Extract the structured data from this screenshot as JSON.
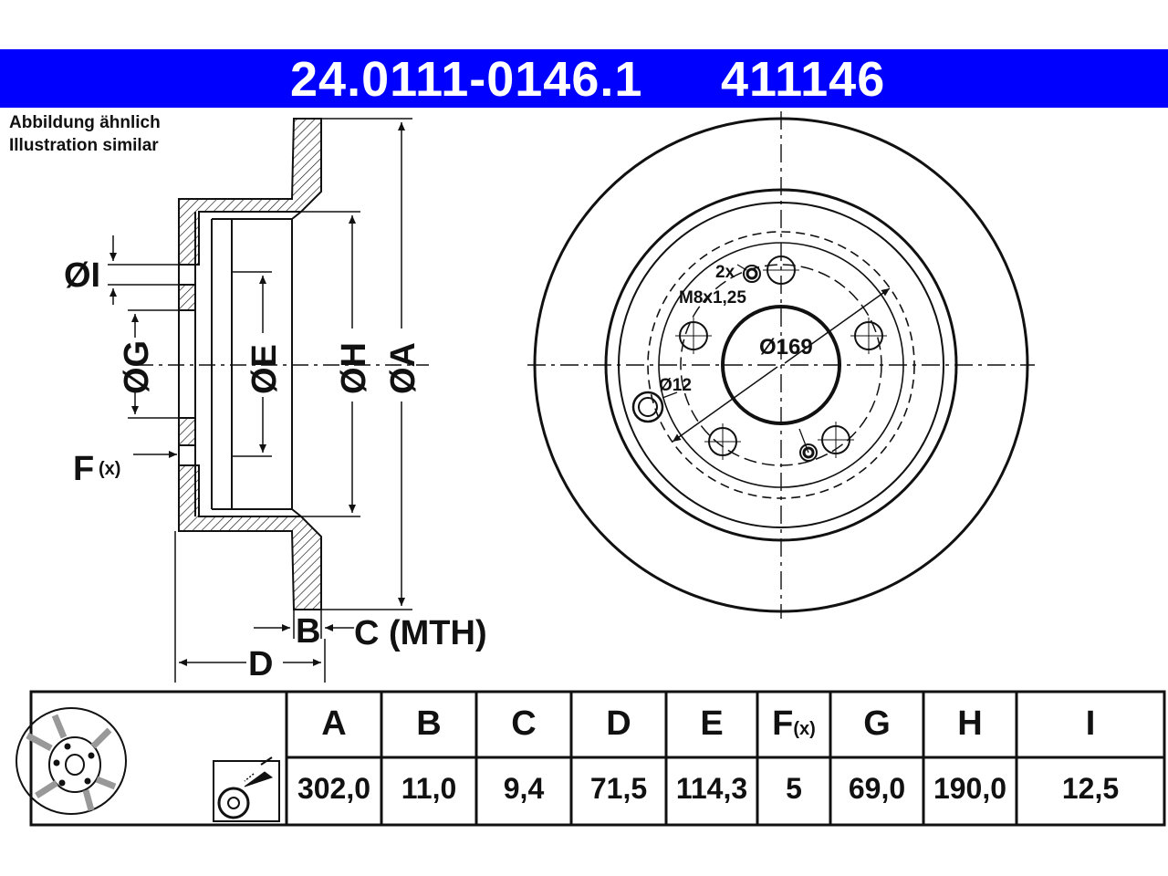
{
  "header": {
    "part_number": "24.0111-0146.1",
    "short_number": "411146",
    "bg_color": "#0000ff"
  },
  "notes": {
    "line_de": "Abbildung ähnlich",
    "line_en": "Illustration similar"
  },
  "side_view_labels": {
    "dim_i": "ØI",
    "dim_g": "ØG",
    "dim_e": "ØE",
    "dim_h": "ØH",
    "dim_a": "ØA",
    "dim_f": "F",
    "dim_f_sub": "(x)",
    "dim_b": "B",
    "dim_c": "C (MTH)",
    "dim_d": "D"
  },
  "front_view_labels": {
    "thread_count": "2x",
    "thread_size": "M8x1,25",
    "pcd": "Ø169",
    "hole_dia": "Ø12"
  },
  "table": {
    "headers": [
      "A",
      "B",
      "C",
      "D",
      "E",
      "F",
      "G",
      "H",
      "I"
    ],
    "f_header_sub": "(x)",
    "values": [
      "302,0",
      "11,0",
      "9,4",
      "71,5",
      "114,3",
      "5",
      "69,0",
      "190,0",
      "12,5"
    ]
  }
}
